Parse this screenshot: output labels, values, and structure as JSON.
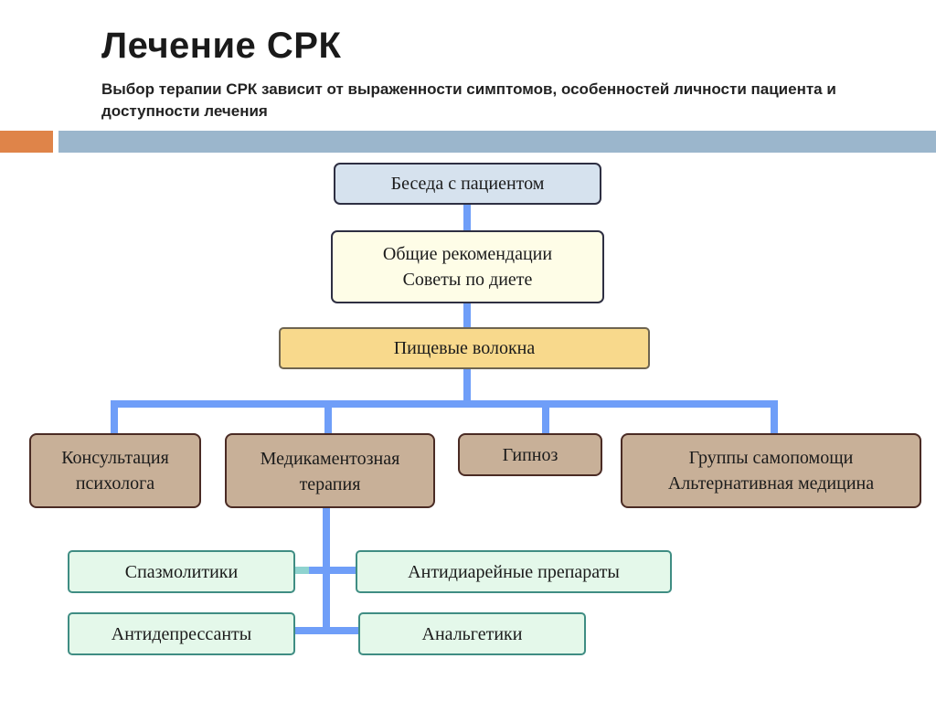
{
  "header": {
    "title": "Лечение СРК",
    "subtitle": "Выбор терапии СРК зависит от выраженности симптомов, особенностей личности пациента и доступности лечения"
  },
  "diagram": {
    "top": "Беседа с пациентом",
    "general": "Общие рекомендации\nСоветы по диете",
    "fiber": "Пищевые волокна",
    "branches": {
      "psychologist": "Консультация\nпсихолога",
      "drug_therapy": "Медикаментозная\nтерапия",
      "hypnosis": "Гипноз",
      "self_help": "Группы самопомощи\nАльтернативная медицина"
    },
    "drugs": {
      "antispasmodics": "Спазмолитики",
      "antidiarrheals": "Антидиарейные препараты",
      "antidepressants": "Антидепрессанты",
      "analgesics": "Анальгетики"
    }
  },
  "colors": {
    "accent_orange": "#df8449",
    "accent_blue_band": "#9bb6cc",
    "connector": "#6f9ef8",
    "connector_stub": "#8fd3cf"
  }
}
